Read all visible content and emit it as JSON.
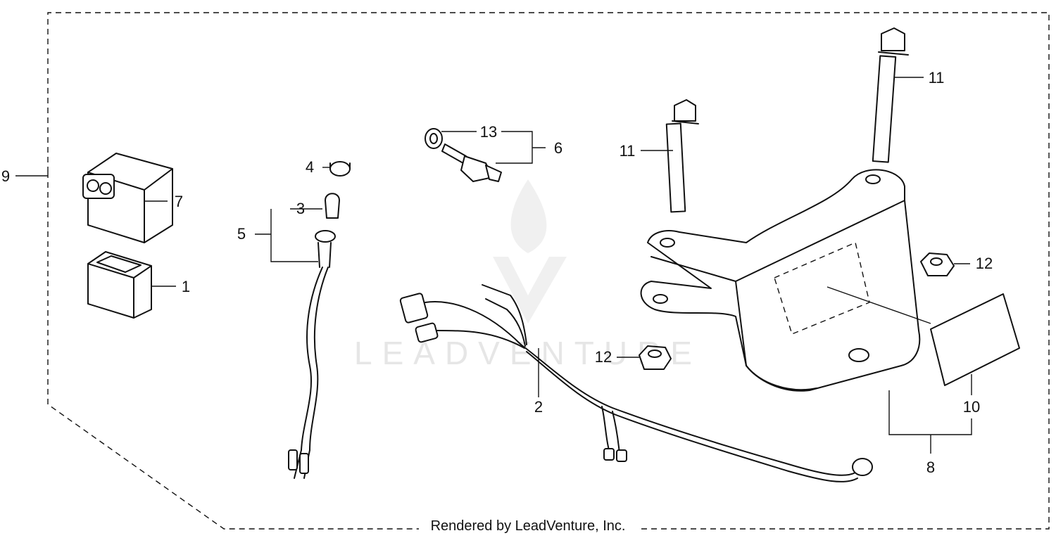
{
  "callouts": [
    {
      "id": "c1",
      "text": "1"
    },
    {
      "id": "c2",
      "text": "2"
    },
    {
      "id": "c3",
      "text": "3"
    },
    {
      "id": "c4",
      "text": "4"
    },
    {
      "id": "c5",
      "text": "5"
    },
    {
      "id": "c6",
      "text": "6"
    },
    {
      "id": "c7",
      "text": "7"
    },
    {
      "id": "c8",
      "text": "8"
    },
    {
      "id": "c9",
      "text": "9"
    },
    {
      "id": "c10",
      "text": "10"
    },
    {
      "id": "c11a",
      "text": "11"
    },
    {
      "id": "c11b",
      "text": "11"
    },
    {
      "id": "c12a",
      "text": "12"
    },
    {
      "id": "c12b",
      "text": "12"
    },
    {
      "id": "c13",
      "text": "13"
    }
  ],
  "footer": {
    "text": "Rendered by LeadVenture, Inc."
  },
  "watermark": {
    "text": "LEADVENTURE"
  }
}
